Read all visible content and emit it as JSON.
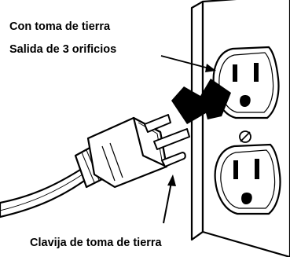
{
  "labels": {
    "grounded": "Con toma de tierra",
    "outlet": "Salida de 3 orificios",
    "plug_pin": "Clavija de toma de tierra"
  },
  "colors": {
    "ink": "#000000",
    "paper": "#ffffff"
  },
  "icons": {
    "insert_arrow": "arrow-right-icon",
    "plate_screw": "screw-icon"
  }
}
